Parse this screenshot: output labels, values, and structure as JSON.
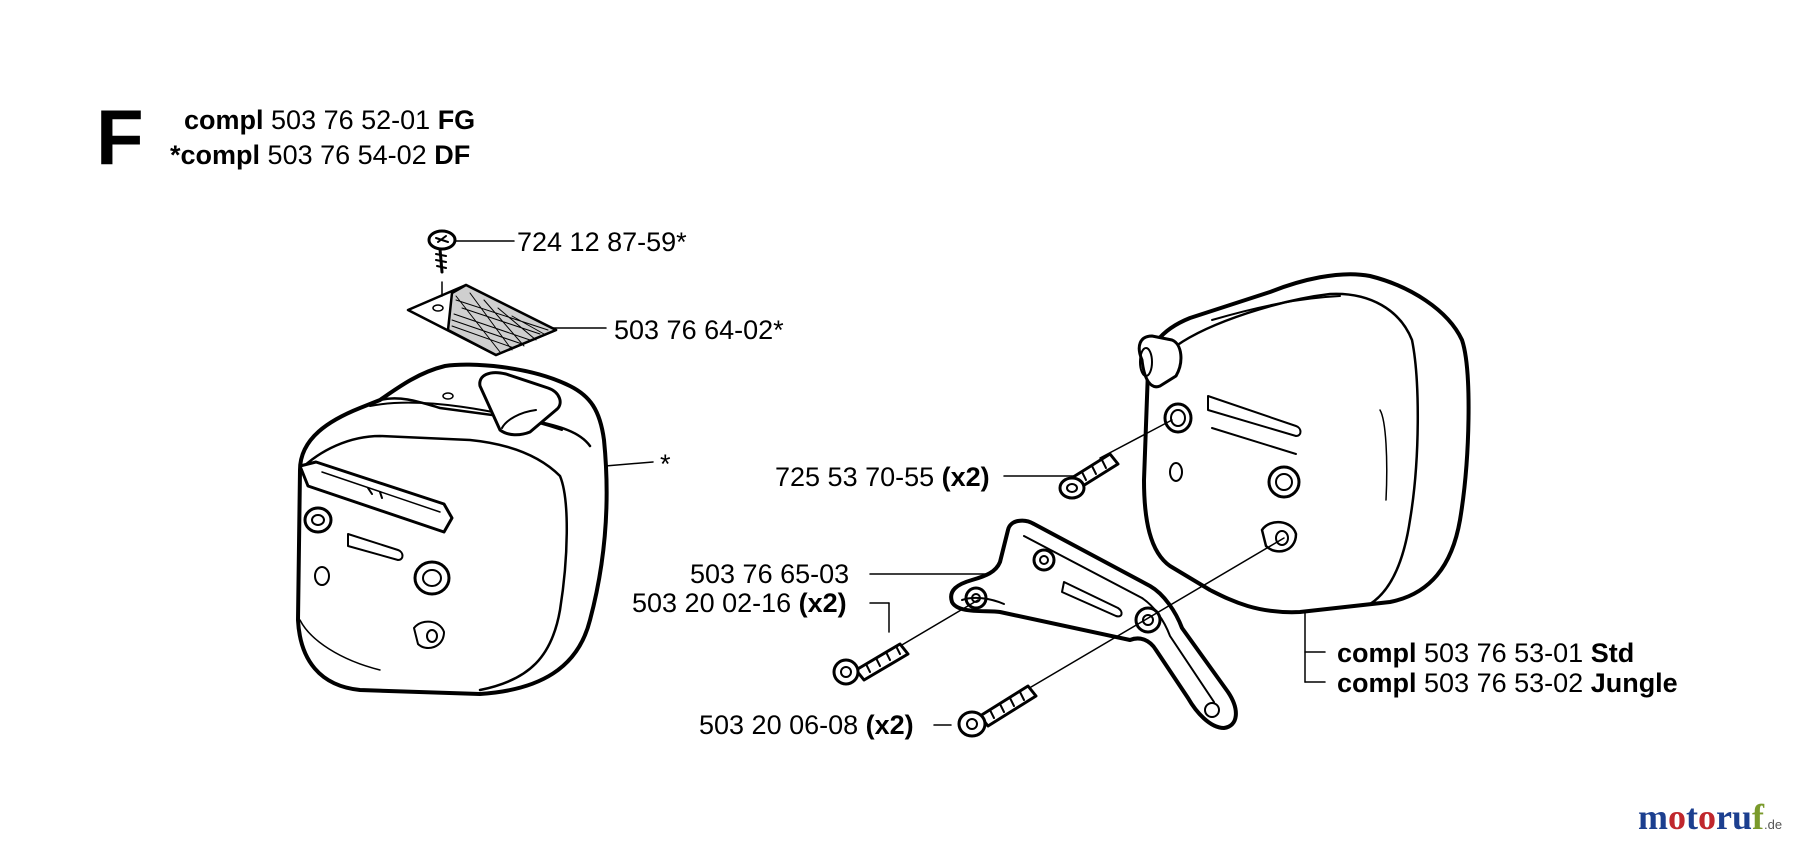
{
  "section": "F",
  "header": [
    {
      "prefix": "compl",
      "number": "503 76 52-01",
      "suffix": "FG"
    },
    {
      "prefix": "*compl",
      "number": "503 76 54-02",
      "suffix": "DF"
    }
  ],
  "parts": {
    "screw_top": {
      "number": "724 12 87-59*"
    },
    "screen": {
      "number": "503 76 64-02*"
    },
    "cover": {
      "number": "*"
    },
    "bolt_upper": {
      "number": "725 53 70-55",
      "qty": "(x2)"
    },
    "bracket": {
      "number": "503 76 65-03"
    },
    "bolt_short": {
      "number": "503 20 02-16",
      "qty": "(x2)"
    },
    "bolt_long": {
      "number": "503 20 06-08",
      "qty": "(x2)"
    }
  },
  "muffler_assemblies": [
    {
      "prefix": "compl",
      "number": "503 76 53-01",
      "suffix": "Std"
    },
    {
      "prefix": "compl",
      "number": "503 76 53-02",
      "suffix": "Jungle"
    }
  ],
  "watermark": {
    "m": "m",
    "o1": "o",
    "t": "t",
    "o2": "o",
    "r": "r",
    "u": "u",
    "f": "f",
    "de": ".de",
    "colors": {
      "blue": "#1c3f8f",
      "red": "#c0272d",
      "green": "#7a9a2b"
    }
  }
}
